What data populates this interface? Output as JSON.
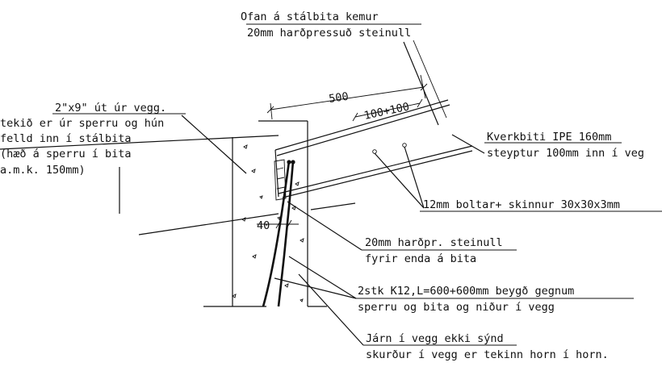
{
  "labels": {
    "top_note": [
      "Ofan á stálbita kemur",
      "20mm harðpressuð steinull"
    ],
    "dim_500": "500",
    "dim_100": "100+100",
    "dim_40": "40",
    "left_note": [
      "2\"x9\" út úr vegg.",
      "tekið er úr sperru og hún",
      "felld inn í stálbita",
      "(hæð á sperru í bita",
      "a.m.k. 150mm)"
    ],
    "beam_note": [
      "Kverkbiti IPE 160mm",
      "steyptur 100mm inn í veg"
    ],
    "bolts_note": "12mm boltar+ skinnur 30x30x3mm",
    "wool_note": [
      "20mm harðpr. steinull",
      "fyrir enda á bita"
    ],
    "rebar_note": [
      "2stk K12,L=600+600mm beygð gegnum",
      "sperru og bita og  niður í vegg"
    ],
    "iron_note": [
      "Járn í vegg ekki sýnd",
      "skurður í vegg er tekinn horn í horn."
    ]
  }
}
